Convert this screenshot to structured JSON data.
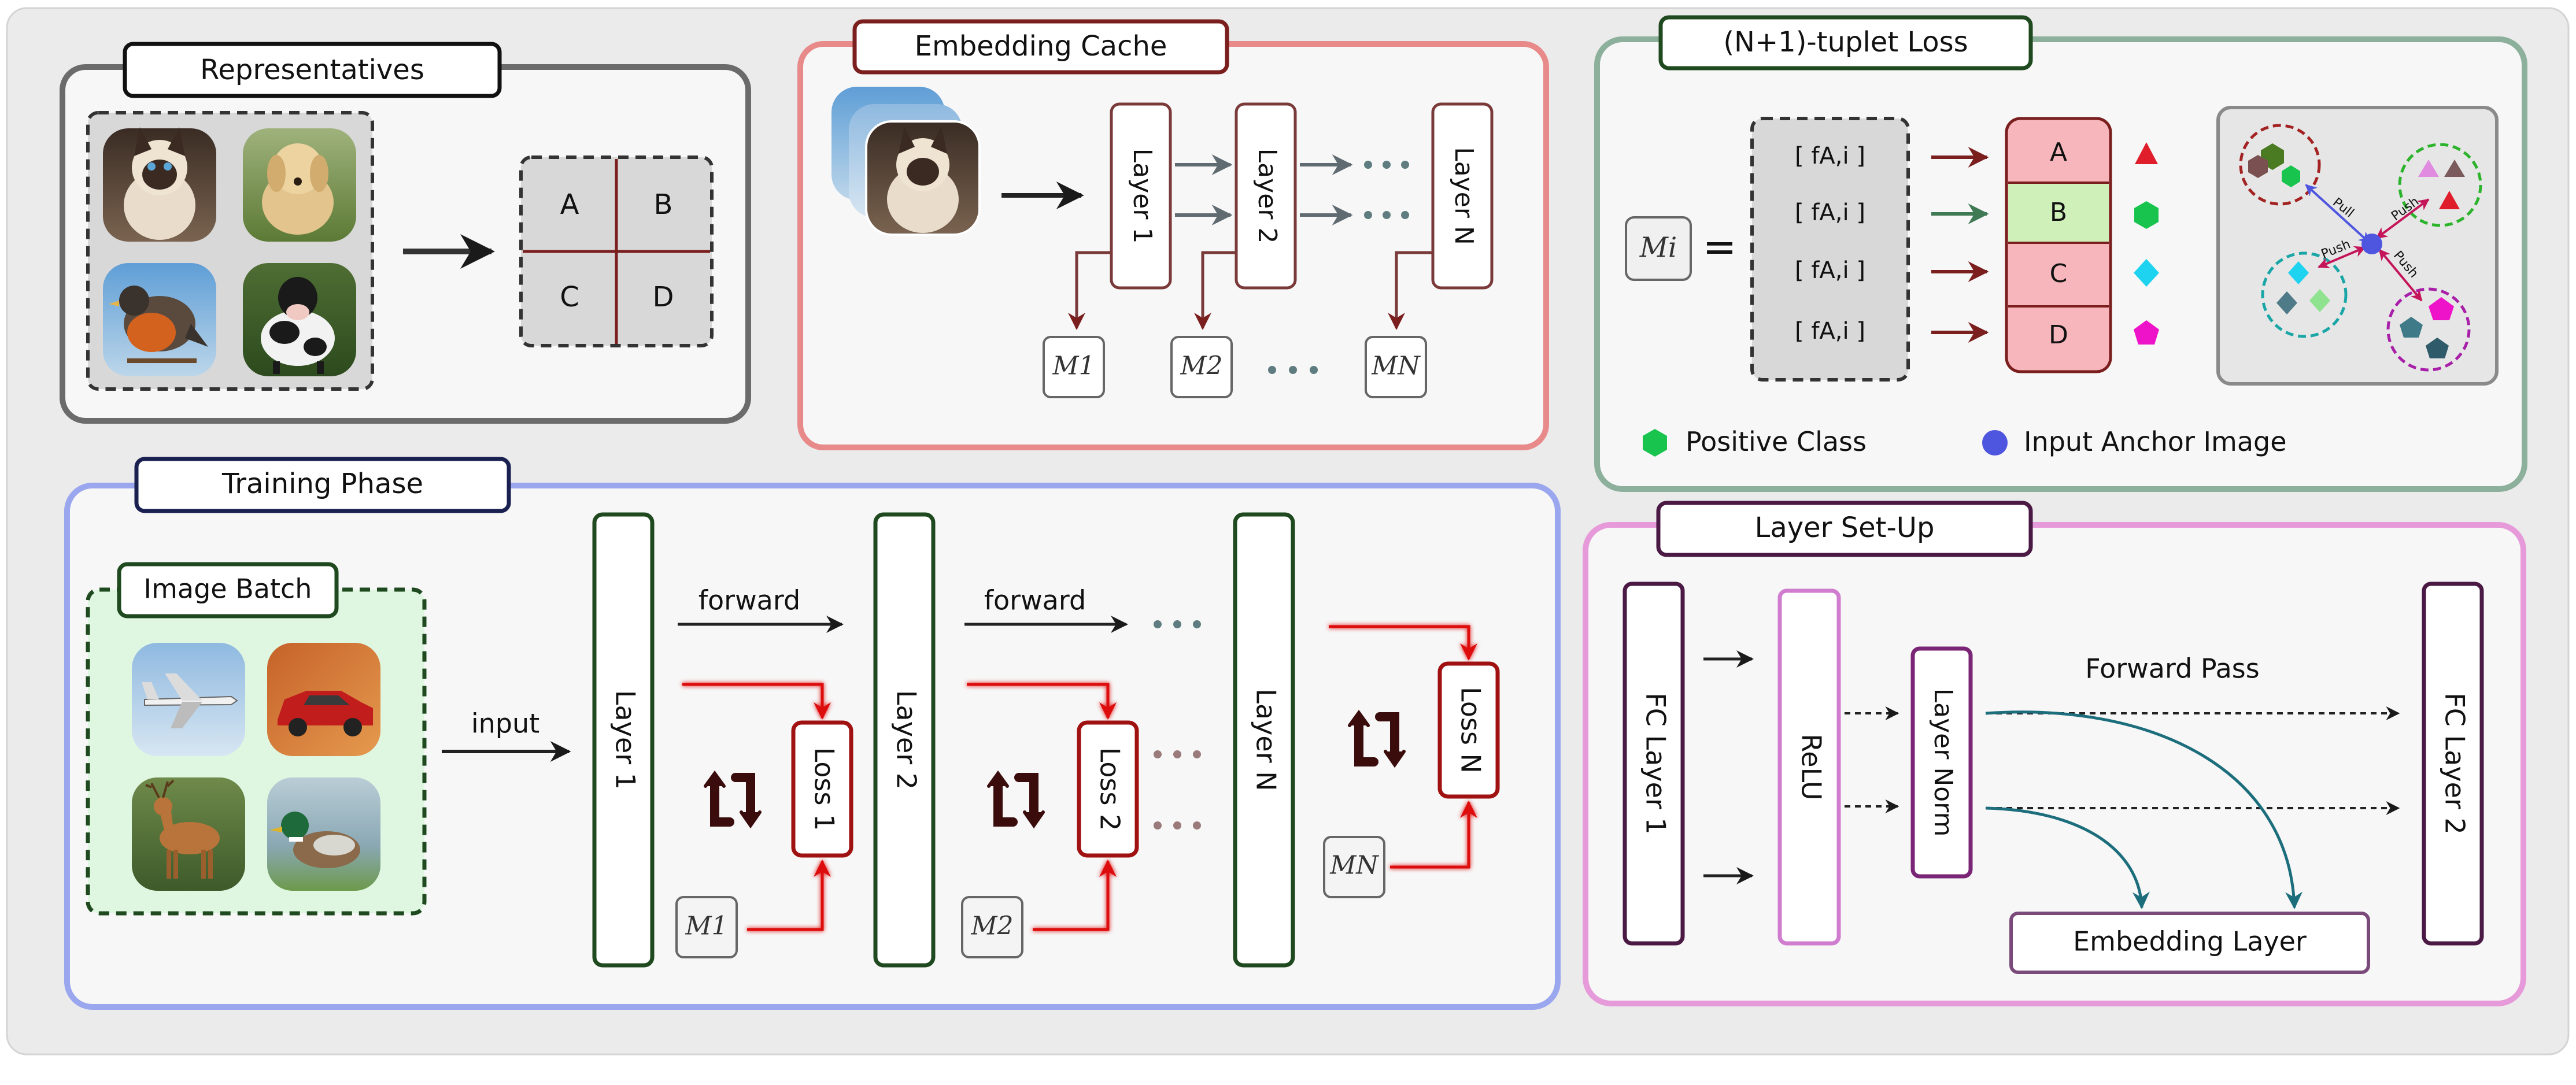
{
  "panels": {
    "representatives": {
      "title": "Representatives",
      "grid": [
        "A",
        "B",
        "C",
        "D"
      ]
    },
    "embedding_cache": {
      "title": "Embedding Cache",
      "layers": [
        "Layer 1",
        "Layer 2",
        "Layer N"
      ],
      "outputs": [
        "M1",
        "M2",
        "MN"
      ]
    },
    "tuplet_loss": {
      "title": "(N+1)-tuplet Loss",
      "lhs": "Mi",
      "vectors": [
        "[ fA,i ]",
        "[ fA,i ]",
        "[ fA,i ]",
        "[ fA,i ]"
      ],
      "classes": [
        "A",
        "B",
        "C",
        "D"
      ],
      "pull_label": "Pull",
      "push_label": "Push",
      "legend": {
        "positive": "Positive Class",
        "anchor": "Input Anchor Image"
      }
    },
    "training": {
      "title": "Training Phase",
      "batch_title": "Image Batch",
      "input_label": "input",
      "forward_label": "forward",
      "layers": [
        "Layer 1",
        "Layer 2",
        "Layer N"
      ],
      "losses": [
        "Loss 1",
        "Loss 2",
        "Loss N"
      ],
      "memories": [
        "M1",
        "M2",
        "MN"
      ]
    },
    "layer_setup": {
      "title": "Layer Set-Up",
      "fc1": "FC  Layer 1",
      "relu": "ReLU",
      "norm": "Layer Norm",
      "forward_pass": "Forward Pass",
      "embedding": "Embedding Layer",
      "fc2": "FC  Layer 2"
    }
  },
  "colors": {
    "background": "#ebebeb",
    "representatives_border": "#6b6b6b",
    "cache_border": "#e8898a",
    "tuplet_border": "#8cb09c",
    "training_border": "#9aa6ee",
    "setup_border": "#e79ad9",
    "dark_red": "#7a1e1e",
    "bright_red": "#dd1111",
    "dark_green": "#1f4a1f",
    "purple": "#4a1a44",
    "teal": "#1d6e7c",
    "class_a": "#f6b6bb",
    "class_b": "#cff0b9",
    "positive_green": "#18c44e",
    "anchor_blue": "#4e55de"
  },
  "icons": [
    "siamese-cat-image",
    "golden-retriever-image",
    "robin-bird-image",
    "cow-image",
    "airplane-image",
    "red-car-image",
    "deer-image",
    "duck-image",
    "cycle-arrows-icon"
  ]
}
